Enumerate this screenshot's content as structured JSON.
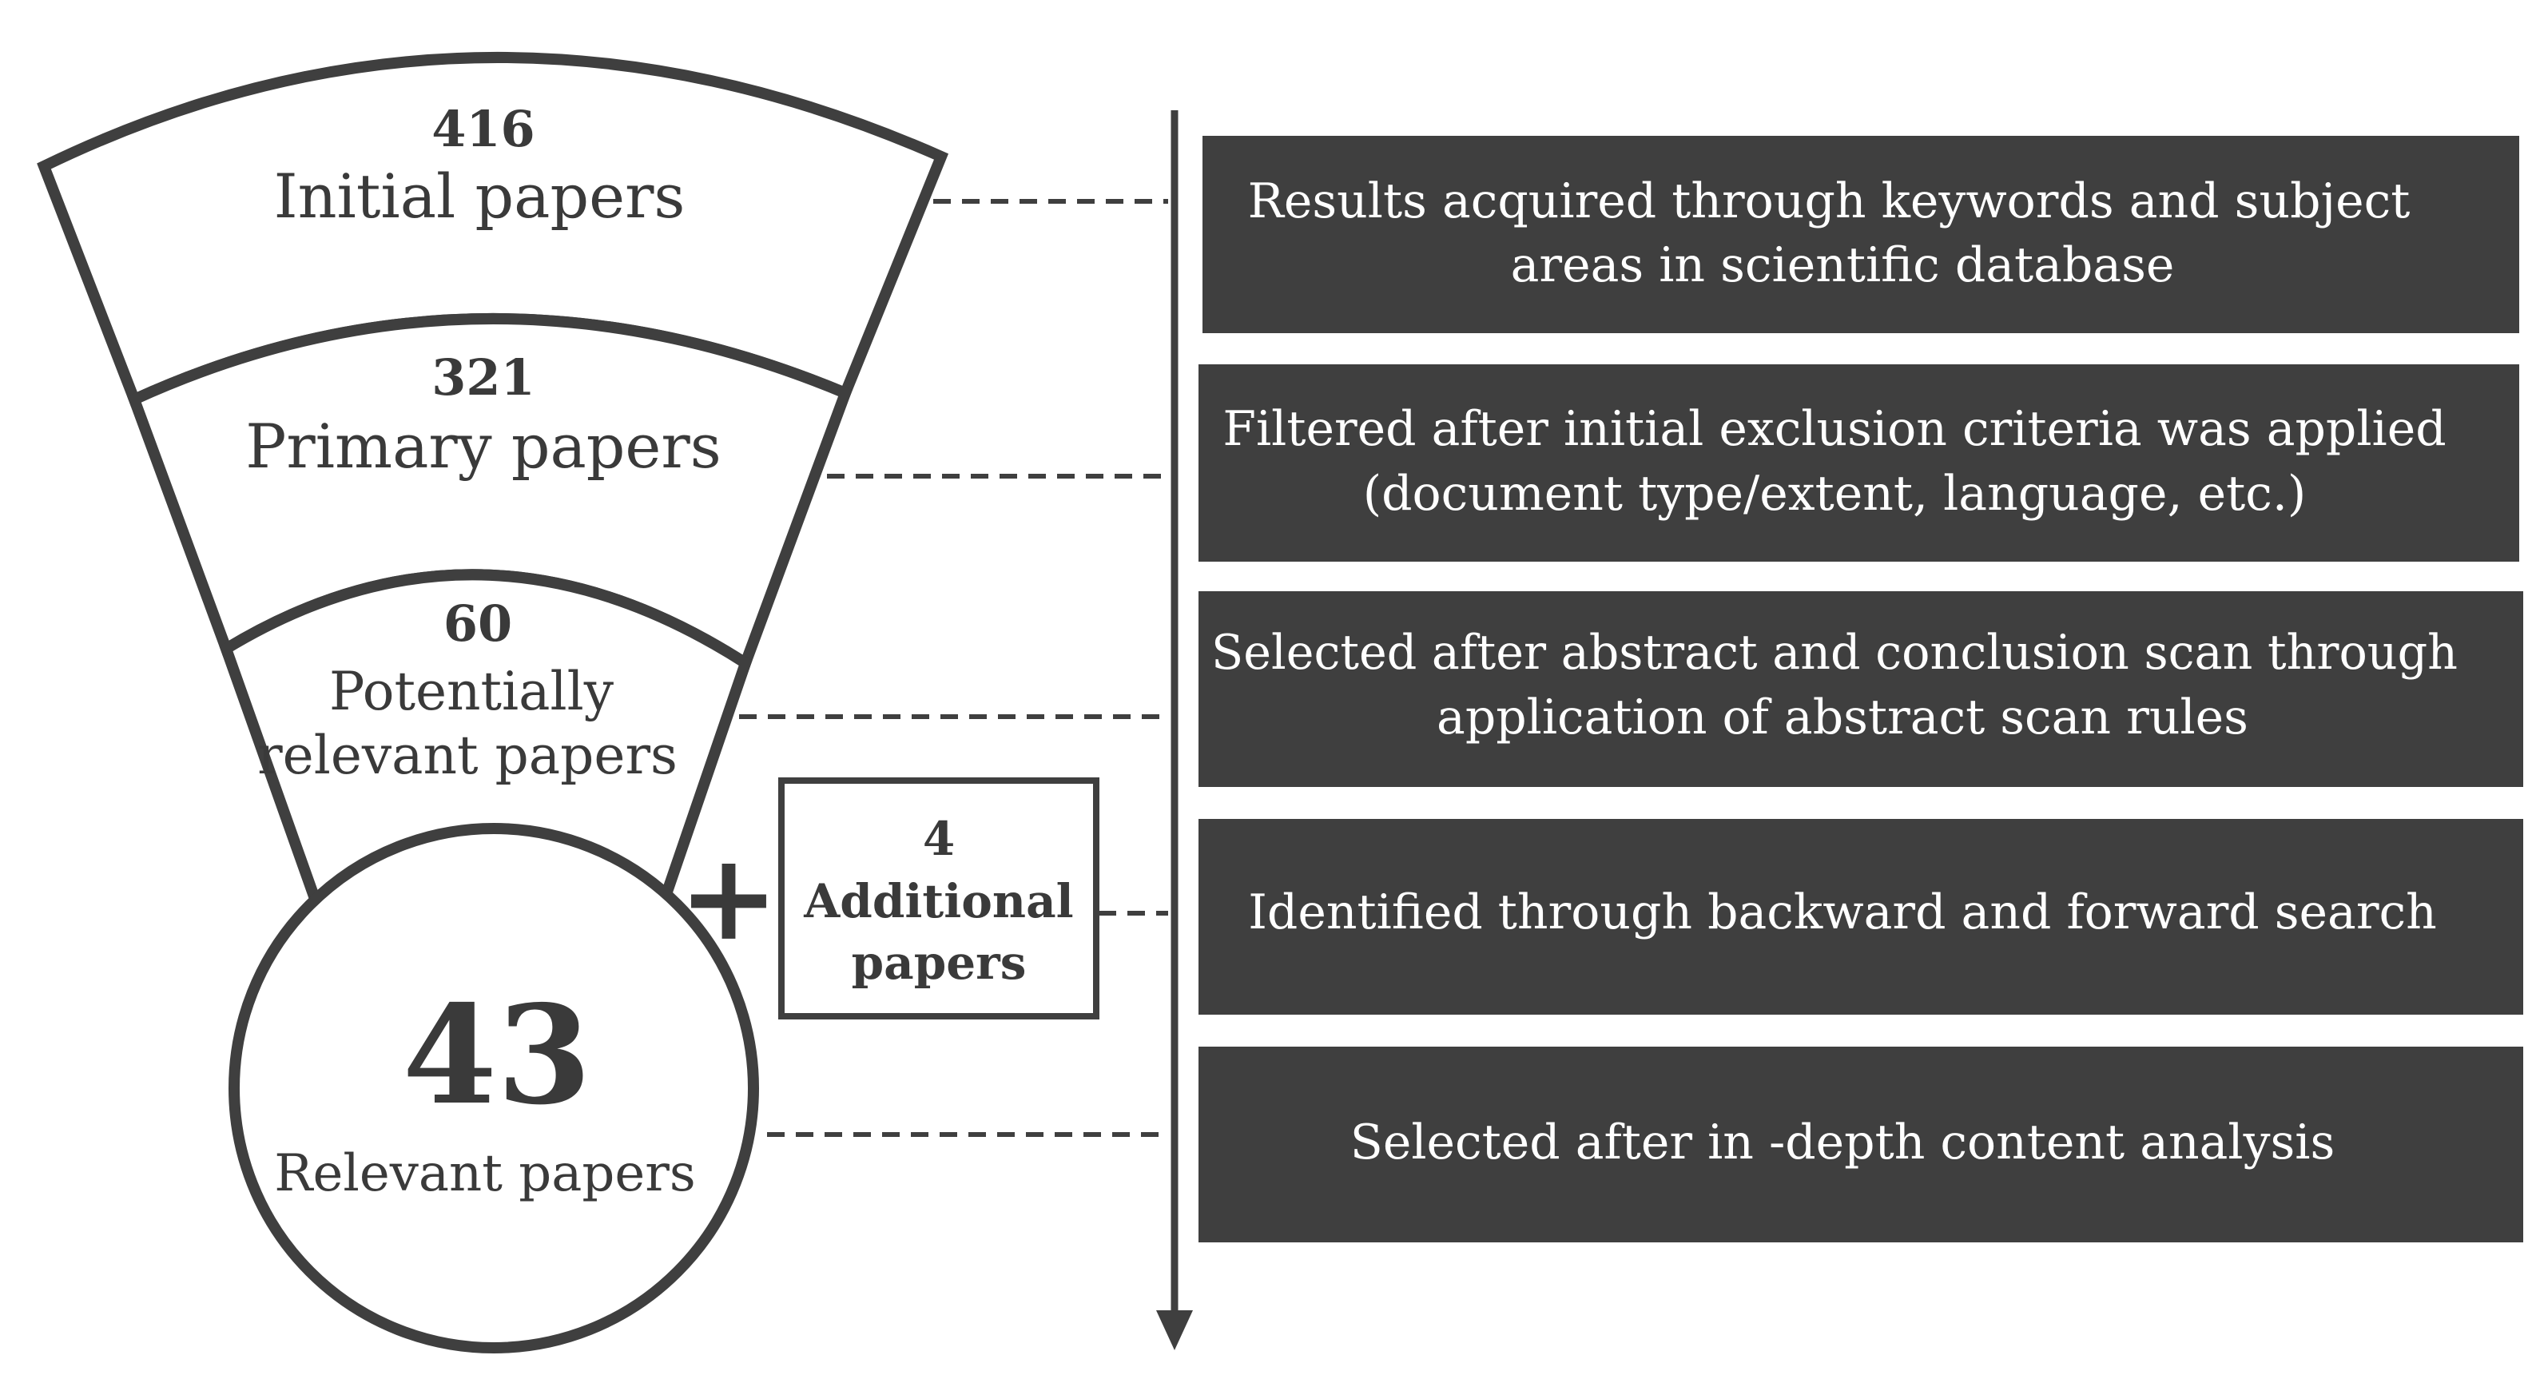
{
  "funnel": {
    "stage1": {
      "count": "416",
      "label": "Initial papers"
    },
    "stage2": {
      "count": "321",
      "label": "Primary papers"
    },
    "stage3": {
      "count": "60",
      "label_line1": "Potentially",
      "label_line2": "relevant papers"
    },
    "result": {
      "count": "43",
      "label": "Relevant papers"
    }
  },
  "additional": {
    "plus": "+",
    "count": "4",
    "label_line1": "Additional",
    "label_line2": "papers"
  },
  "steps": [
    {
      "line1": "Results acquired through keywords and subject",
      "line2": "areas in scientific database"
    },
    {
      "line1": "Filtered after initial exclusion criteria was applied",
      "line2": "(document type/extent, language, etc.)"
    },
    {
      "line1": "Selected after abstract and conclusion scan through",
      "line2": "application of abstract scan rules"
    },
    {
      "line1": "Identified through backward and forward search"
    },
    {
      "line1": "Selected after in -depth content analysis"
    }
  ],
  "colors": {
    "box_fill": "#3f3f3f",
    "outline": "#3f3f3f",
    "text": "#3a3a3a",
    "box_text": "#ffffff"
  }
}
